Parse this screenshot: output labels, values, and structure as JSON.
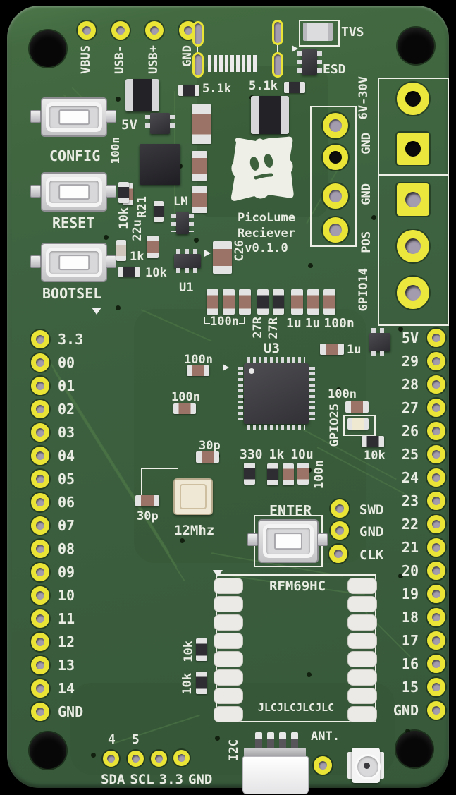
{
  "colors": {
    "board_green": "#3d613c",
    "silkscreen": "#e9ece3",
    "pad_yellow": "#ece73c",
    "ic_dark": "#3b3a3f"
  },
  "logo": {
    "title": "PicoLume",
    "subtitle": "Reciever",
    "version": "v0.1.0"
  },
  "top_pins": [
    "VBUS",
    "USB-",
    "USB+",
    "GND"
  ],
  "protection": {
    "tvs_label": "TVS",
    "esd_label": "ESD"
  },
  "top_resistors": {
    "left": "5.1k",
    "right": "5.1k"
  },
  "regulator": {
    "v5": "5V",
    "c100n": "100n"
  },
  "buttons": {
    "config": "CONFIG",
    "reset": "RESET",
    "bootsel": "BOOTSEL",
    "enter": "ENTER"
  },
  "mid_passives": {
    "r10k": "10k",
    "r21": "R21",
    "c22u": "22u",
    "lm": "LM",
    "r1k": "1k",
    "r10k_b": "10k",
    "u1": "U1",
    "c26": "C26"
  },
  "right_blocks": {
    "b1_top": "6V-30V",
    "b1_bot": "GND",
    "b2_top": "GND",
    "b2_mid": "POS",
    "b2_bot": "GPIO14"
  },
  "decoupling_row": {
    "c100n": "100n",
    "r27a": "27R",
    "r27b": "27R",
    "c1ua": "1u",
    "c1ub": "1u",
    "c100nb": "100n"
  },
  "mcu": {
    "ref": "U3",
    "c100n_a": "100n",
    "c100n_b": "100n",
    "c1u": "1u",
    "gpio25": "GPIO25",
    "c100n_led": "100n",
    "r10k_led": "10k"
  },
  "xtal": {
    "c30p_top": "30p",
    "c30p_left": "30p",
    "freq": "12Mhz",
    "r330": "330",
    "r1k": "1k",
    "c10u": "10u",
    "c100n": "100n"
  },
  "debug": {
    "swd": "SWD",
    "gnd": "GND",
    "clk": "CLK"
  },
  "radio": {
    "ref": "RFM69HC",
    "r10k_a": "10k",
    "r10k_b": "10k",
    "fab": "JLCJLCJLCJLC",
    "ant": "ANT."
  },
  "i2c": {
    "label": "I2C",
    "pin4": "4",
    "pin5": "5",
    "sda": "SDA",
    "scl": "SCL",
    "v33": "3.3",
    "gnd": "GND"
  },
  "pins": {
    "left": [
      "3.3",
      "00",
      "01",
      "02",
      "03",
      "04",
      "05",
      "06",
      "07",
      "08",
      "09",
      "10",
      "11",
      "12",
      "13",
      "14",
      "GND"
    ],
    "right": [
      "5V",
      "29",
      "28",
      "27",
      "26",
      "25",
      "24",
      "23",
      "22",
      "21",
      "20",
      "19",
      "18",
      "17",
      "16",
      "15",
      "GND"
    ]
  }
}
